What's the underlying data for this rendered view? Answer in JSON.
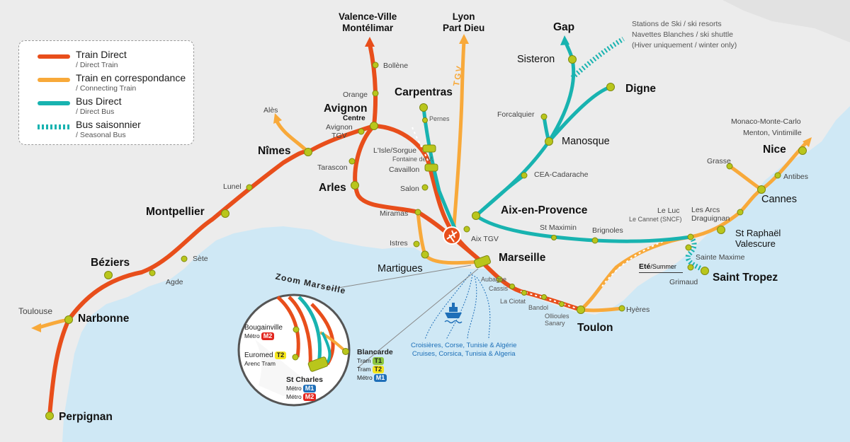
{
  "colors": {
    "train_direct": "#e84e1b",
    "train_connecting": "#f8a93a",
    "bus_direct": "#18b3b0",
    "bus_seasonal": "#18b3b0",
    "sea": "#cfe8f5",
    "land": "#ececec",
    "station": "#b9c61c",
    "airport": "#e84e1b",
    "cruise": "#1f6fb8"
  },
  "legend": {
    "items": [
      {
        "label": "Train Direct",
        "sub": "/ Direct Train",
        "kind": "train_direct"
      },
      {
        "label": "Train en correspondance",
        "sub": "/ Connecting Train",
        "kind": "train_connecting"
      },
      {
        "label": "Bus Direct",
        "sub": "/ Direct Bus",
        "kind": "bus_direct"
      },
      {
        "label": "Bus saisonnier",
        "sub": "/ Seasonal Bus",
        "kind": "bus_seasonal"
      }
    ]
  },
  "labels": {
    "valence": "Valence-Ville",
    "montelimar": "Montélimar",
    "lyon": "Lyon",
    "part_dieu": "Part Dieu",
    "tgv": "TGV",
    "gap": "Gap",
    "sisteron": "Sisteron",
    "ski_1": "Stations de Ski / ski resorts",
    "ski_2": "Navettes Blanches / ski shuttle",
    "ski_3": "(Hiver uniquement / winter only)",
    "digne": "Digne",
    "bollene": "Bollène",
    "orange": "Orange",
    "carpentras": "Carpentras",
    "pernes": "Pernes",
    "avignon_centre": "Avignon",
    "centre": "Centre",
    "avignon_tgv_1": "Avignon",
    "avignon_tgv_2": "TGV",
    "ales": "Alès",
    "nimes": "Nîmes",
    "lisle": "L'Isle/Sorgue",
    "fontaine": "Fontaine de V.",
    "cavaillon": "Cavaillon",
    "tarascon": "Tarascon",
    "arles": "Arles",
    "lunel": "Lunel",
    "montpellier": "Montpellier",
    "forcalquier": "Forcalquier",
    "manosque": "Manosque",
    "cea": "CEA-Cadarache",
    "salon": "Salon",
    "miramas": "Miramas",
    "aix": "Aix-en-Provence",
    "aix_tgv": "Aix TGV",
    "st_maximin": "St Maximin",
    "brignoles": "Brignoles",
    "le_luc": "Le Luc",
    "le_cannet": "Le Cannet (SNCF)",
    "les_arcs_1": "Les Arcs",
    "les_arcs_2": "Draguignan",
    "monaco": "Monaco-Monte-Carlo",
    "menton": "Menton, Vintimille",
    "nice": "Nice",
    "grasse": "Grasse",
    "antibes": "Antibes",
    "cannes": "Cannes",
    "st_raphael_1": "St Raphaël",
    "st_raphael_2": "Valescure",
    "sainte_maxime": "Sainte Maxime",
    "ete": "Eté",
    "summer": "/Summer",
    "grimaud": "Grimaud",
    "saint_tropez": "Saint Tropez",
    "istres": "Istres",
    "martigues": "Martigues",
    "marseille": "Marseille",
    "aubagne": "Aubagne",
    "cassis": "Cassis",
    "la_ciotat": "La Ciotat",
    "bandol": "Bandol",
    "ollioules_1": "Ollioules",
    "ollioules_2": "Sanary",
    "toulon": "Toulon",
    "hyeres": "Hyères",
    "sete": "Sète",
    "agde": "Agde",
    "beziers": "Béziers",
    "narbonne": "Narbonne",
    "toulouse": "Toulouse",
    "perpignan": "Perpignan",
    "cruise_1": "Croisières, Corse, Tunisie & Algérie",
    "cruise_2": "Cruises, Corsica, Tunisia & Algeria"
  },
  "zoom": {
    "title": "Zoom Marseille",
    "bougainville": "Bougainville",
    "euromed_1": "Euromed",
    "euromed_2": "Arenc Tram",
    "st_charles": "St Charles",
    "blancarde": "Blancarde",
    "metro": "Métro",
    "tram": "Tram",
    "m1": "M1",
    "m2": "M2",
    "t1": "T1",
    "t2": "T2"
  }
}
